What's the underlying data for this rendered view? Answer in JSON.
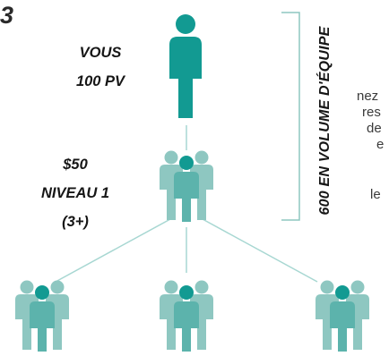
{
  "heading_fragment": "3",
  "body_fragments": [
    "nez",
    "res",
    "de",
    "e",
    "le"
  ],
  "you": {
    "line1": "VOUS",
    "line2": "100 PV"
  },
  "level1": {
    "amount": "$50",
    "level": "NIVEAU 1",
    "count": "(3+)"
  },
  "team_volume": "600 EN VOLUME D'ÉQUIPE",
  "colors": {
    "primary": "#129a92",
    "secondary": "#8ec7c1",
    "line": "#a7d7d2"
  },
  "icons": {
    "person": "person-icon",
    "group": "group-icon"
  }
}
